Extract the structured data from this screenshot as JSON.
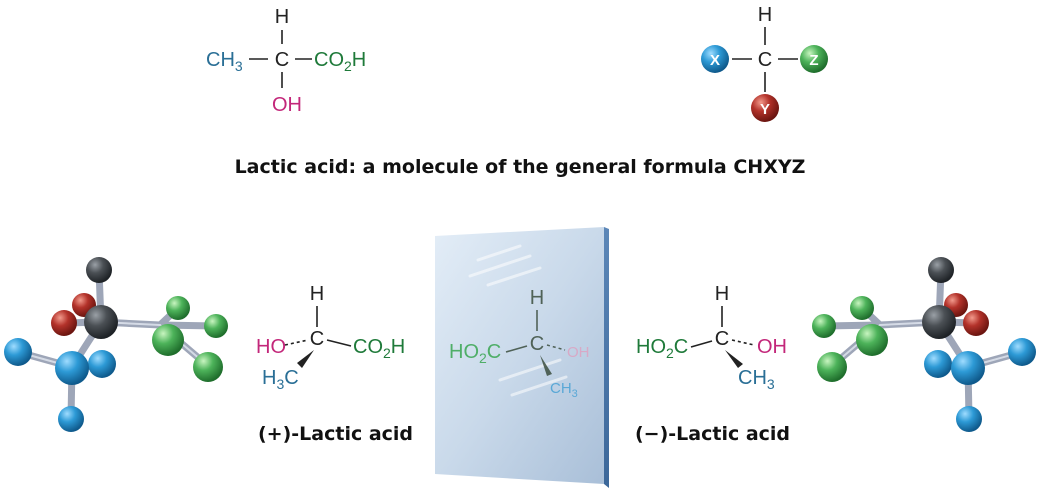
{
  "colors": {
    "methyl": "#2a6f96",
    "carboxyl": "#1f7a3a",
    "hydroxyl": "#c3277a",
    "hydrogen_carbon": "#222222",
    "atom_x": "#2d9ad6",
    "atom_y": "#b3322a",
    "atom_z": "#4db35a",
    "mirror": "#b9cde2"
  },
  "top_formula": {
    "h": "H",
    "c": "C",
    "ch3": "CH",
    "ch3_sub": "3",
    "co2h": "CO",
    "co2h_sub": "2",
    "co2h_end": "H",
    "oh": "OH"
  },
  "general_formula": {
    "h": "H",
    "c": "C",
    "x": "X",
    "y": "Y",
    "z": "Z"
  },
  "caption": "Lactic acid: a molecule of the general formula CHXYZ",
  "plus_isomer": {
    "name": "(+)-Lactic acid",
    "h": "H",
    "c": "C",
    "ho": "HO",
    "co2h": "CO",
    "co2h_sub": "2",
    "co2h_end": "H",
    "h3c": "H",
    "h3c_sub": "3",
    "h3c_end": "C"
  },
  "mirror_image": {
    "h": "H",
    "c": "C",
    "ho2c": "HO",
    "ho2c_sub": "2",
    "ho2c_end": "C",
    "oh": "OH",
    "ch3": "CH",
    "ch3_sub": "3"
  },
  "minus_isomer": {
    "name": "(−)-Lactic acid",
    "h": "H",
    "c": "C",
    "ho2c": "HO",
    "ho2c_sub": "2",
    "ho2c_end": "C",
    "oh": "OH",
    "ch3": "CH",
    "ch3_sub": "3"
  }
}
